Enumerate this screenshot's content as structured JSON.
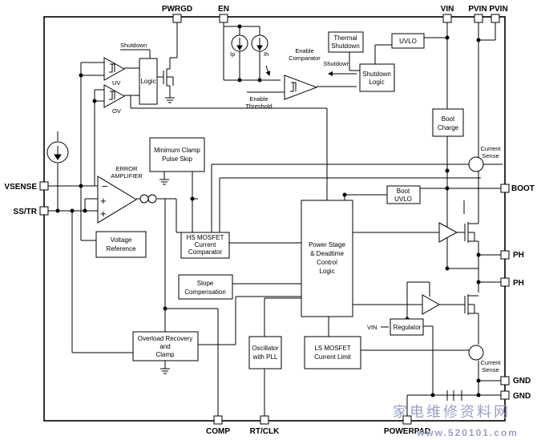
{
  "pins": {
    "pwrgd": "PWRGD",
    "en": "EN",
    "vin": "VIN",
    "pvin1": "PVIN",
    "pvin2": "PVIN",
    "vsense": "VSENSE",
    "sstr": "SS/TR",
    "boot": "BOOT",
    "ph1": "PH",
    "ph2": "PH",
    "gnd1": "GND",
    "gnd2": "GND",
    "comp": "COMP",
    "rtclk": "RT/CLK",
    "powerpad": "POWERPAD"
  },
  "blocks": {
    "logic": "Logic",
    "thermal": [
      "Thermal",
      "Shutdown"
    ],
    "uvlo": "UVLO",
    "shutdown_logic": [
      "Shutdown",
      "Logic"
    ],
    "boot_charge": [
      "Boot",
      "Charge"
    ],
    "boot_uvlo": [
      "Boot",
      "UVLO"
    ],
    "min_clamp": [
      "Minimum Clamp",
      "Pulse Skip"
    ],
    "voltage_ref": [
      "Voltage",
      "Reference"
    ],
    "hs_comp": [
      "HS MOSFET",
      "Current",
      "Comparator"
    ],
    "slope": [
      "Slope",
      "Compensation"
    ],
    "power_stage": [
      "Power Stage",
      "& Deadtime",
      "Control",
      "Logic"
    ],
    "overload": [
      "Overload Recovery",
      "and",
      "Clamp"
    ],
    "oscillator": [
      "Oscillator",
      "with PLL"
    ],
    "ls_limit": [
      "LS MOSFET",
      "Current Limit"
    ],
    "regulator": "Regulator"
  },
  "labels": {
    "shutdown_top": "Shutdown",
    "uv": "UV",
    "ov": "OV",
    "ip": "Ip",
    "ih": "Ih",
    "enable_comp": [
      "Enable",
      "Comparator"
    ],
    "shutdown_arrow": "Shutdown",
    "enable_thr": [
      "Enable",
      "Threshold"
    ],
    "error_amp": [
      "ERROR",
      "AMPLIFIER"
    ],
    "current_sense1": [
      "Current",
      "Sense"
    ],
    "current_sense2": [
      "Current",
      "Sense"
    ],
    "vin_reg": "VIN"
  },
  "watermark": {
    "cn": "家电维修资料网",
    "url": "www.520101.com"
  }
}
